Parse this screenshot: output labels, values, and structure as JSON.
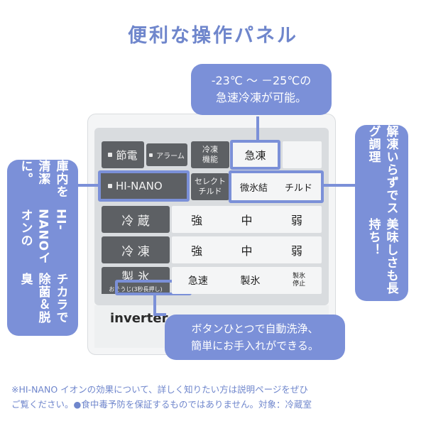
{
  "title": "便利な操作パネル",
  "panel": {
    "row1": {
      "setsuden": "節電",
      "alarm": "アラーム",
      "reito_kino_line1": "冷凍",
      "reito_kino_line2": "機能",
      "kyuto": "急凍"
    },
    "row2": {
      "hi_nano": "HI-NANO",
      "select_line1": "セレクト",
      "select_line2": "チルド",
      "bihyoketsu": "微氷結",
      "chiled": "チルド"
    },
    "row3": {
      "label": "冷 蔵",
      "strong": "強",
      "middle": "中",
      "weak": "弱"
    },
    "row4": {
      "label": "冷 凍",
      "strong": "強",
      "middle": "中",
      "weak": "弱"
    },
    "row5": {
      "label": "製 氷",
      "osouji": "おそうじ(3秒長押し)",
      "kyusoku": "急速",
      "seihyo": "製氷",
      "stop_line1": "製氷",
      "stop_line2": "停止"
    },
    "brand": "inverter"
  },
  "callouts": {
    "top_line1": "-23℃ ～ －25℃の",
    "top_line2": "急速冷凍が可能。",
    "left_col1": "庫内を清潔に。",
    "left_col2": "HI-NANOイオンの",
    "left_col3": "チカラで除菌＆脱臭",
    "right_col1": "解凍いらずでスグ調理",
    "right_col2": "美味しさも長持ち！",
    "bottom_line1": "ボタンひとつで自動洗浄、",
    "bottom_line2": "簡単にお手入れができる。"
  },
  "note": {
    "line1": "※HI-NANO イオンの効果について、詳しく知りたい方は説明ページをぜひ",
    "line2": "ご覧ください。●食中毒予防を保証するものではありません。対象：冷蔵室"
  },
  "colors": {
    "accent": "#7b90d8",
    "title": "#6f86cc",
    "key_dark": "#5d6064"
  }
}
